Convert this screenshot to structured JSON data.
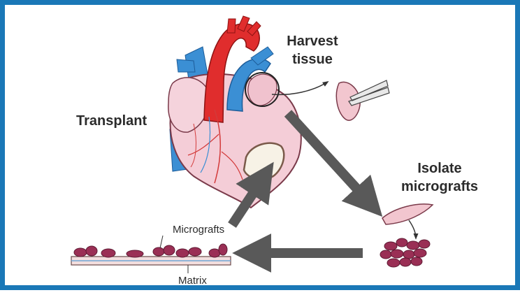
{
  "labels": {
    "transplant": "Transplant",
    "harvest_line1": "Harvest",
    "harvest_line2": "tissue",
    "isolate_line1": "Isolate",
    "isolate_line2": "micrografts",
    "micrografts": "Micrografts",
    "matrix": "Matrix"
  },
  "colors": {
    "frame": "#1a78b7",
    "arrow": "#595959",
    "heart_muscle": "#f4cdd7",
    "aorta": "#e02d2d",
    "vessel_blue": "#3b8fd4",
    "graft_fill": "#9a2f55",
    "tissue_fill": "#f2c6cf"
  }
}
